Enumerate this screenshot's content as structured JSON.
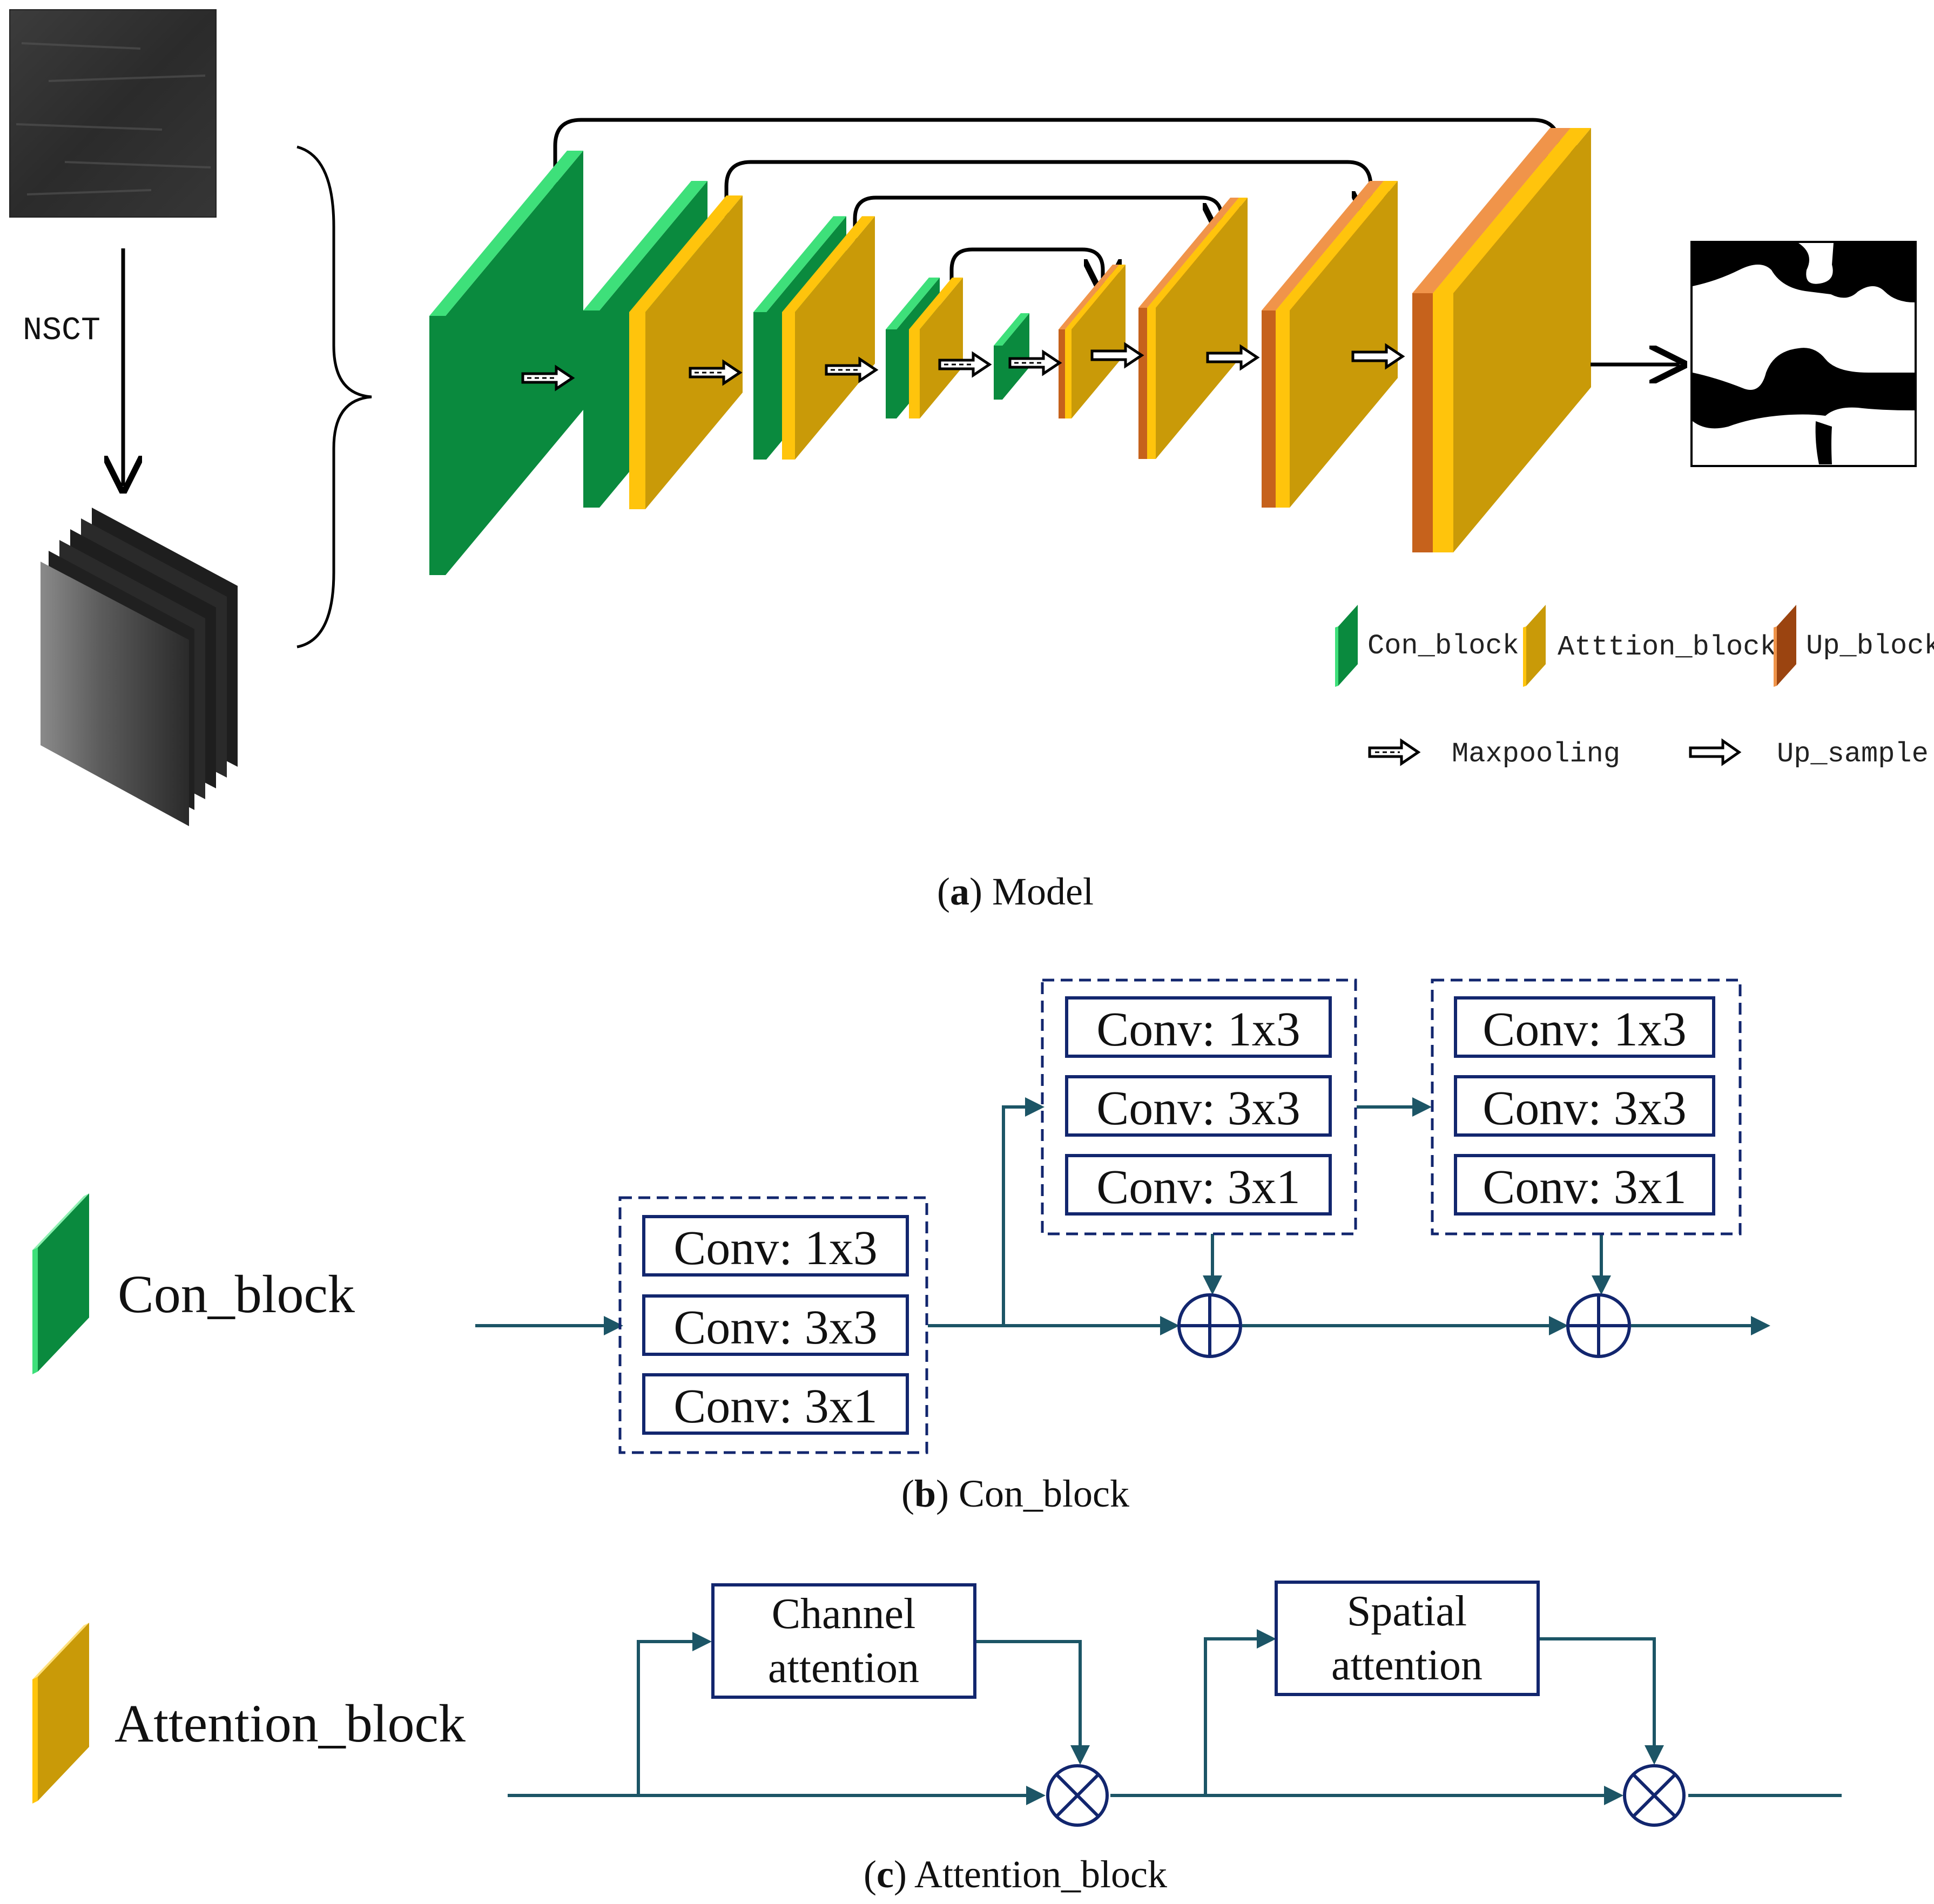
{
  "model": {
    "transform_label": "NSCT",
    "caption_letter": "a",
    "caption_text": "Model",
    "legend": {
      "con_block": "Con_block",
      "attention_block": "Atttion_block",
      "up_block": "Up_block",
      "maxpooling": "Maxpooling",
      "up_sample": "Up_sample"
    }
  },
  "con_block": {
    "label": "Con_block",
    "caption_letter": "b",
    "caption_text": "Con_block",
    "groups": [
      [
        "Conv:  1x3",
        "Conv:  3x3",
        "Conv:  3x1"
      ],
      [
        "Conv:  1x3",
        "Conv:  3x3",
        "Conv:  3x1"
      ],
      [
        "Conv:  1x3",
        "Conv:  3x3",
        "Conv:  3x1"
      ]
    ]
  },
  "attention_block": {
    "label": "Attention_block",
    "caption_letter": "c",
    "caption_text": "Attention_block",
    "channel": [
      "Channel",
      "attention"
    ],
    "spatial": [
      "Spatial",
      "attention"
    ]
  },
  "colors": {
    "green": "#0a8a3e",
    "green_light": "#3ee07a",
    "gold": "#c99a08",
    "gold_light": "#ffc40c",
    "up": "#c6621c",
    "up_light": "#f0944a",
    "flow": "#1c5566",
    "box": "#12266e"
  }
}
